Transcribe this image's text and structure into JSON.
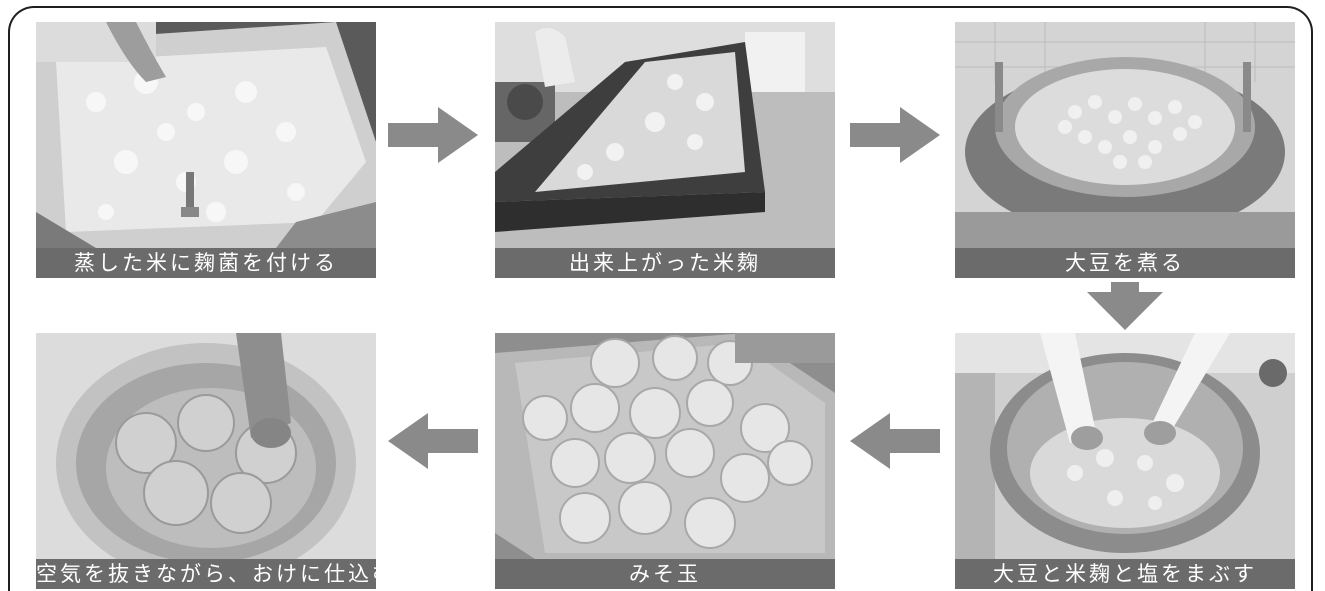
{
  "steps": [
    {
      "id": "step-1",
      "caption": "蒸した米に麹菌を付ける",
      "photo": "steamed-rice-koji"
    },
    {
      "id": "step-2",
      "caption": "出来上がった米麹",
      "photo": "finished-rice-koji"
    },
    {
      "id": "step-3",
      "caption": "大豆を煮る",
      "photo": "boiling-soybeans"
    },
    {
      "id": "step-4",
      "caption": "大豆と米麹と塩をまぶす",
      "photo": "mixing-soybeans-koji-salt"
    },
    {
      "id": "step-5",
      "caption": "みそ玉",
      "photo": "miso-balls"
    },
    {
      "id": "step-6",
      "caption": "空気を抜きながら、おけに仕込む",
      "photo": "packing-into-tub"
    }
  ],
  "flow": [
    "right",
    "right",
    "down",
    "left",
    "left"
  ],
  "colors": {
    "frame": "#1f1f1f",
    "caption_bg": "#6b6b6b",
    "caption_text": "#ffffff",
    "arrow": "#8a8a8a"
  }
}
